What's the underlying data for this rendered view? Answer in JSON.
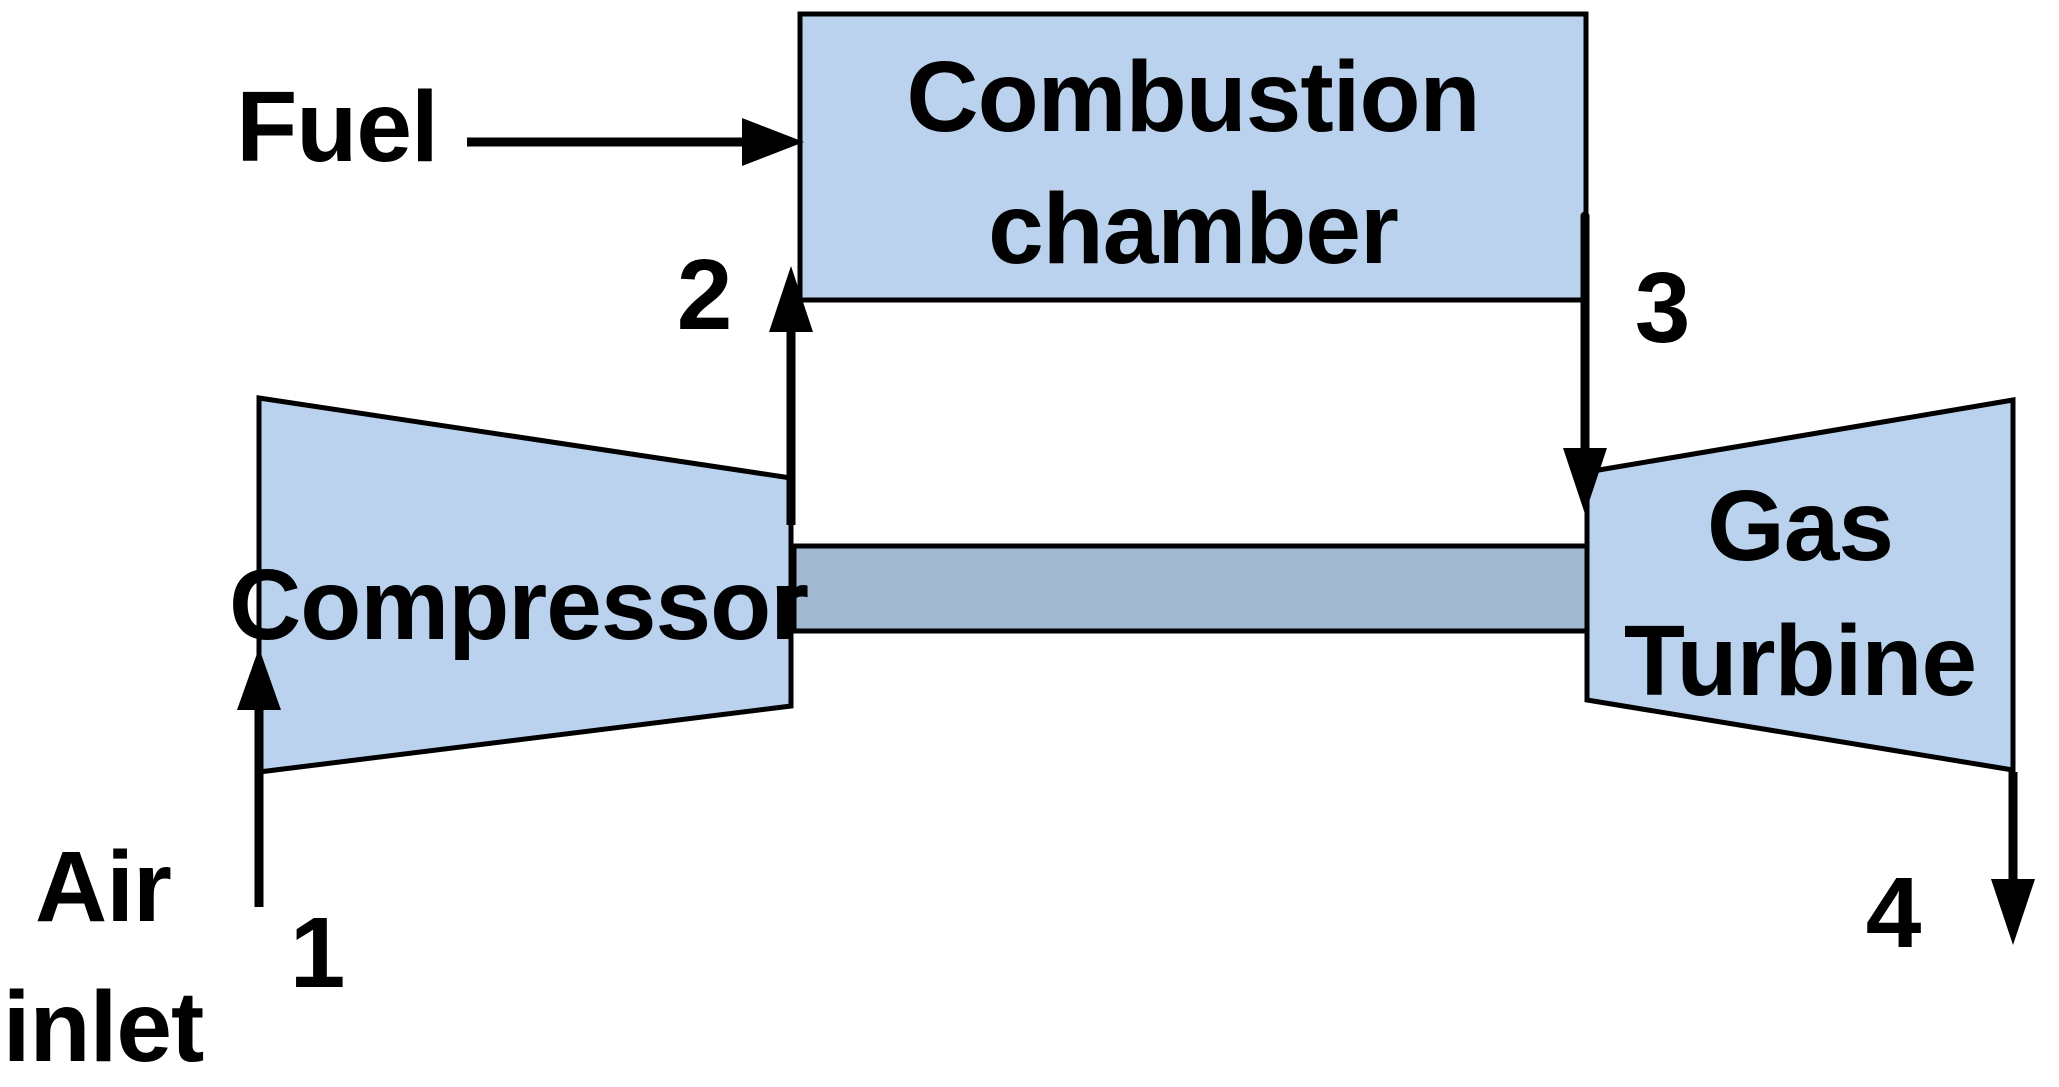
{
  "colors": {
    "background": "#ffffff",
    "component_fill": "#bad2ee",
    "shaft_fill": "#a2b7d0",
    "line": "#000000"
  },
  "components": {
    "combustion_chamber": {
      "label": "Combustion\nchamber"
    },
    "compressor": {
      "label": "Compressor"
    },
    "gas_turbine": {
      "label": "Gas\nTurbine"
    }
  },
  "streams": {
    "fuel": {
      "label": "Fuel"
    },
    "air_inlet": {
      "label": "Air\ninlet"
    }
  },
  "state_points": {
    "point1": {
      "label": "1"
    },
    "point2": {
      "label": "2"
    },
    "point3": {
      "label": "3"
    },
    "point4": {
      "label": "4"
    }
  }
}
